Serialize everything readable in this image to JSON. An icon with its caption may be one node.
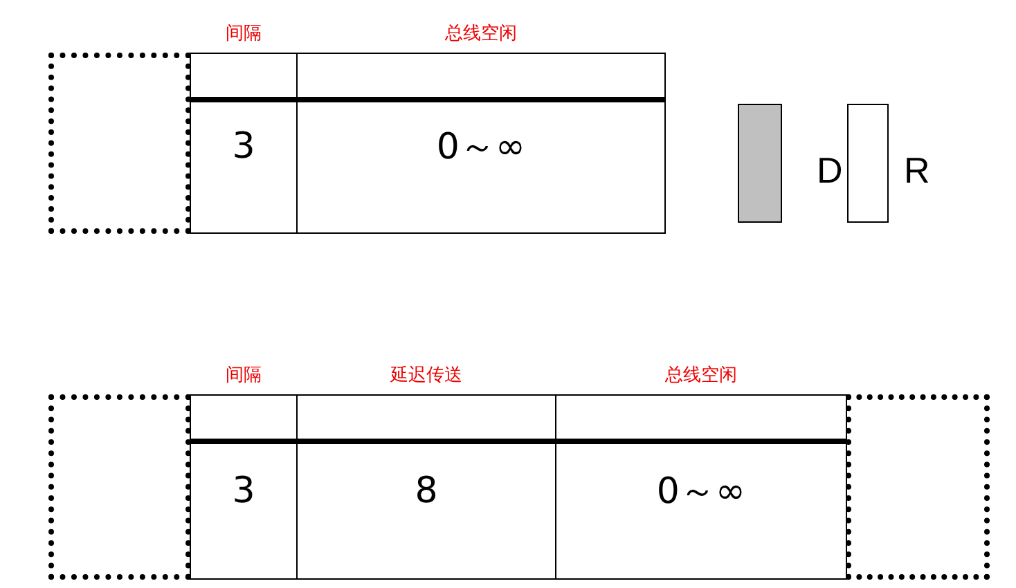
{
  "diagram": {
    "nodes": [
      {
        "text": [],
        "shape": "box"
      },
      {
        "text": [
          "间隔",
          "3"
        ]
      },
      {
        "text": [
          "总线空闲",
          "0～∞"
        ]
      },
      {
        "text": [],
        "shape": "box"
      },
      {
        "text": [
          "间隔",
          "3"
        ]
      },
      {
        "text": [
          "延迟传送",
          "8"
        ]
      },
      {
        "text": [
          "总线空闲",
          "0～∞"
        ]
      },
      {
        "text": [],
        "shape": "box"
      }
    ],
    "edges": [],
    "legend": [
      {
        "text": "D",
        "color": "#c0c0c0"
      },
      {
        "text": "R",
        "color": "#ffffff"
      }
    ]
  }
}
